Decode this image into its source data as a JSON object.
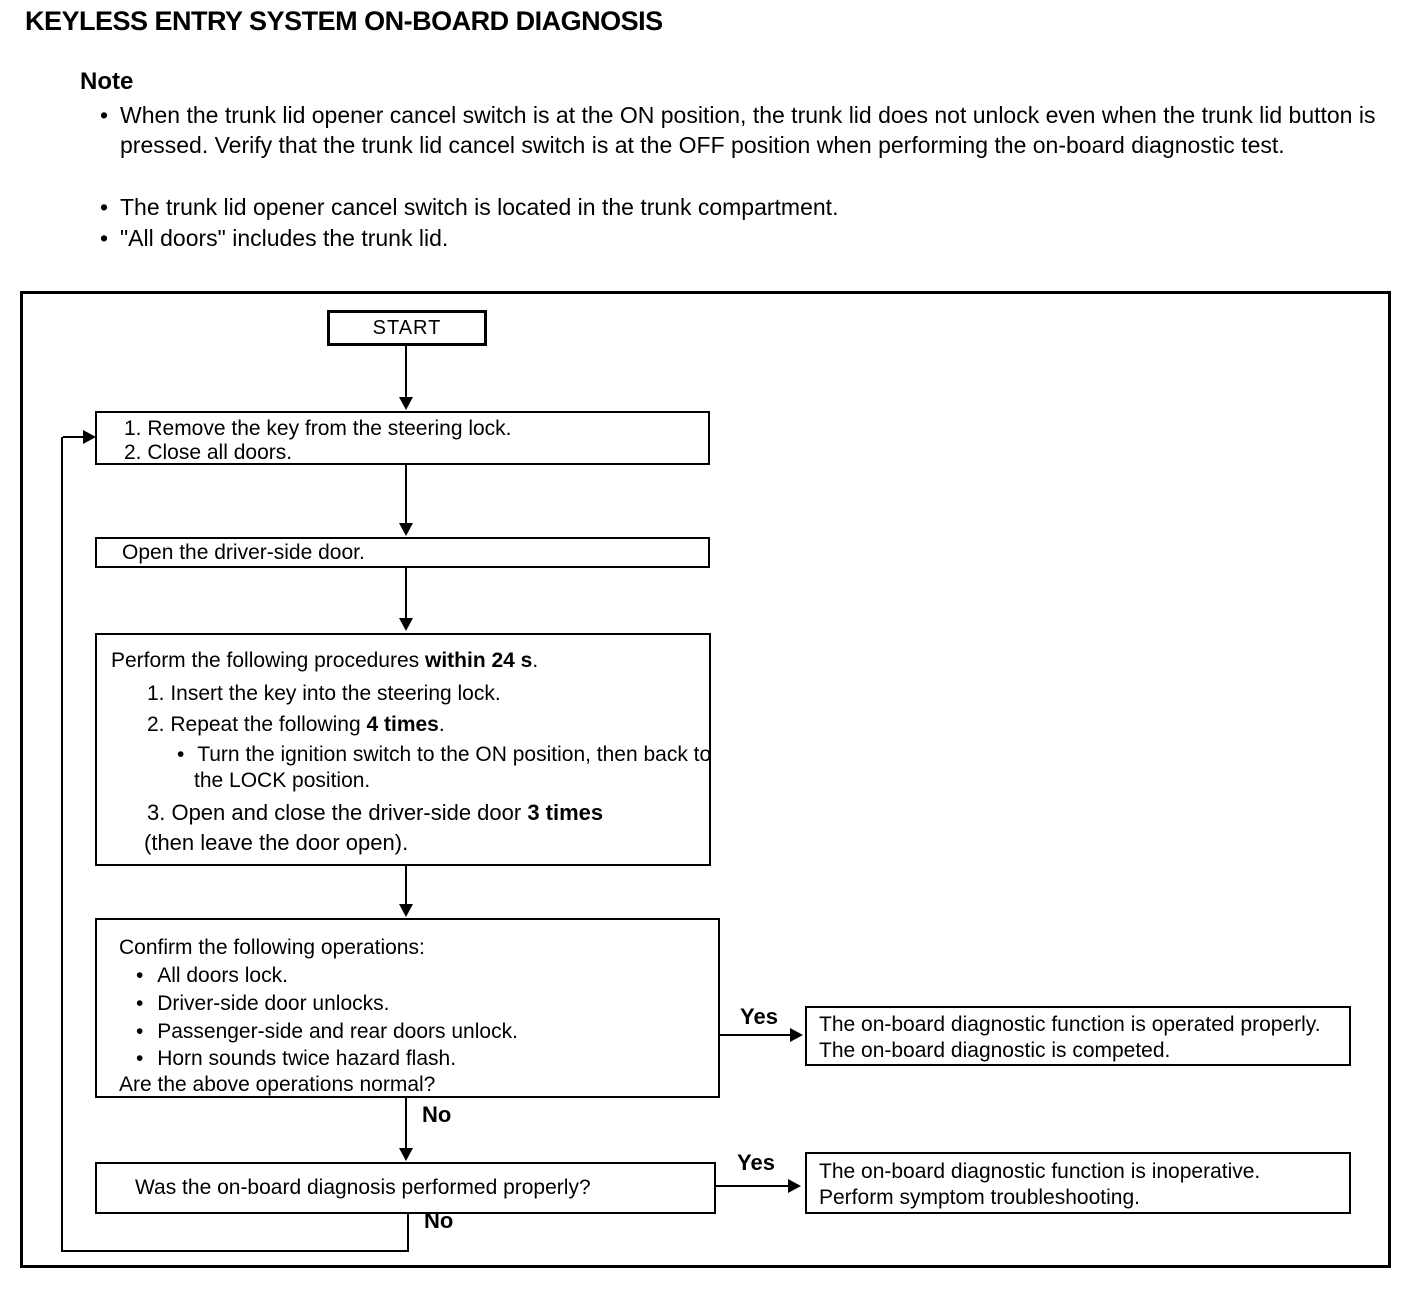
{
  "page_title": "KEYLESS ENTRY SYSTEM ON-BOARD DIAGNOSIS",
  "glyphs": {
    "bullet": "•"
  },
  "note": {
    "heading": "Note",
    "bullets": [
      "When the trunk lid opener cancel switch is at the ON position, the trunk lid does not unlock even when the trunk lid button is pressed. Verify that the trunk lid cancel switch is at the OFF position when performing the on-board diagnostic test.",
      "The trunk lid opener cancel switch is located in the trunk compartment.",
      "\"All doors\" includes the trunk lid."
    ]
  },
  "flowchart": {
    "start": "START",
    "step1": {
      "line1": "1. Remove the key from the steering lock.",
      "line2": "2. Close all doors."
    },
    "step2": "Open the driver-side door.",
    "step3": {
      "intro_a": "Perform the following procedures ",
      "intro_b": "within 24 s",
      "intro_c": ".",
      "item1": "1. Insert the key into the steering lock.",
      "item2_a": "2. Repeat the following ",
      "item2_b": "4 times",
      "item2_c": ".",
      "sub_line1": "Turn the ignition switch to the ON position, then back to",
      "sub_line2": "the LOCK position.",
      "item3_a": "3. Open and close the driver-side door ",
      "item3_b": "3 times",
      "item3_c": "(then leave the door open)."
    },
    "step4": {
      "intro": "Confirm the following operations:",
      "checks": [
        "All doors lock.",
        "Driver-side door unlocks.",
        "Passenger-side and rear doors unlock.",
        "Horn sounds twice hazard flash."
      ],
      "question": "Are the above operations normal?"
    },
    "decision2": "Was the on-board diagnosis performed properly?",
    "result_ok": {
      "line1": "The on-board diagnostic function is operated properly.",
      "line2": "The on-board diagnostic is competed."
    },
    "result_bad": {
      "line1": "The on-board diagnostic function is inoperative.",
      "line2": "Perform symptom troubleshooting."
    },
    "labels": {
      "yes": "Yes",
      "no": "No"
    }
  }
}
